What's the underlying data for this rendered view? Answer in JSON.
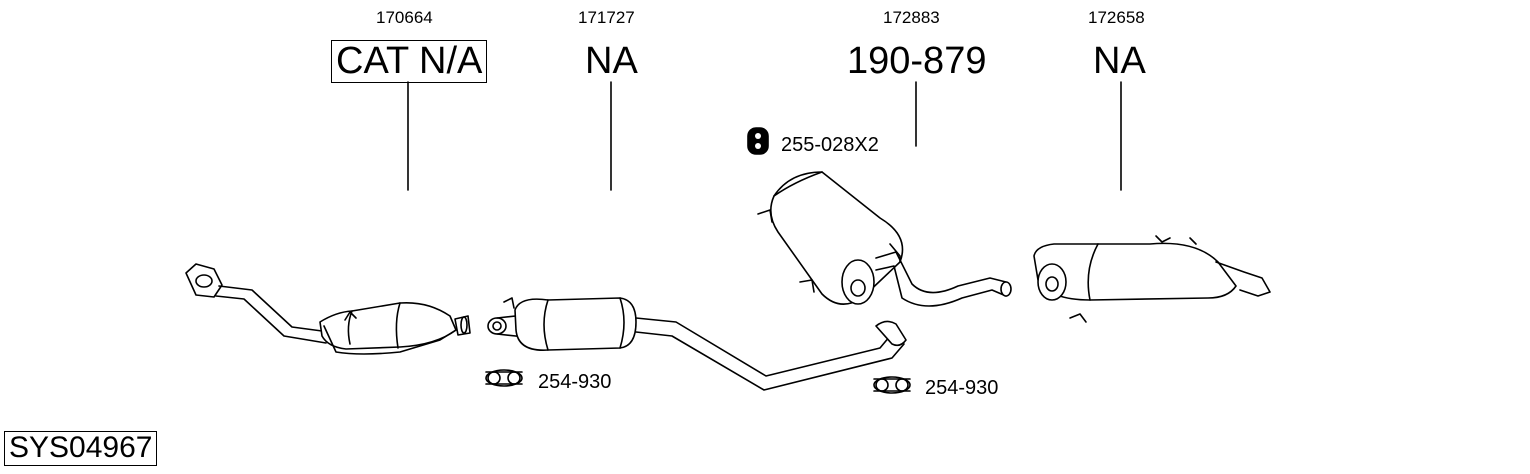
{
  "parts": [
    {
      "id": "part-1",
      "number": "170664",
      "label": "CAT N/A",
      "boxed": true
    },
    {
      "id": "part-2",
      "number": "171727",
      "label": "NA",
      "boxed": false
    },
    {
      "id": "part-3",
      "number": "172883",
      "label": "190-879",
      "boxed": false
    },
    {
      "id": "part-4",
      "number": "172658",
      "label": "NA",
      "boxed": false
    }
  ],
  "accessories": {
    "mount": "255-028X2",
    "clamp_left": "254-930",
    "clamp_right": "254-930"
  },
  "system_code": "SYS04967"
}
